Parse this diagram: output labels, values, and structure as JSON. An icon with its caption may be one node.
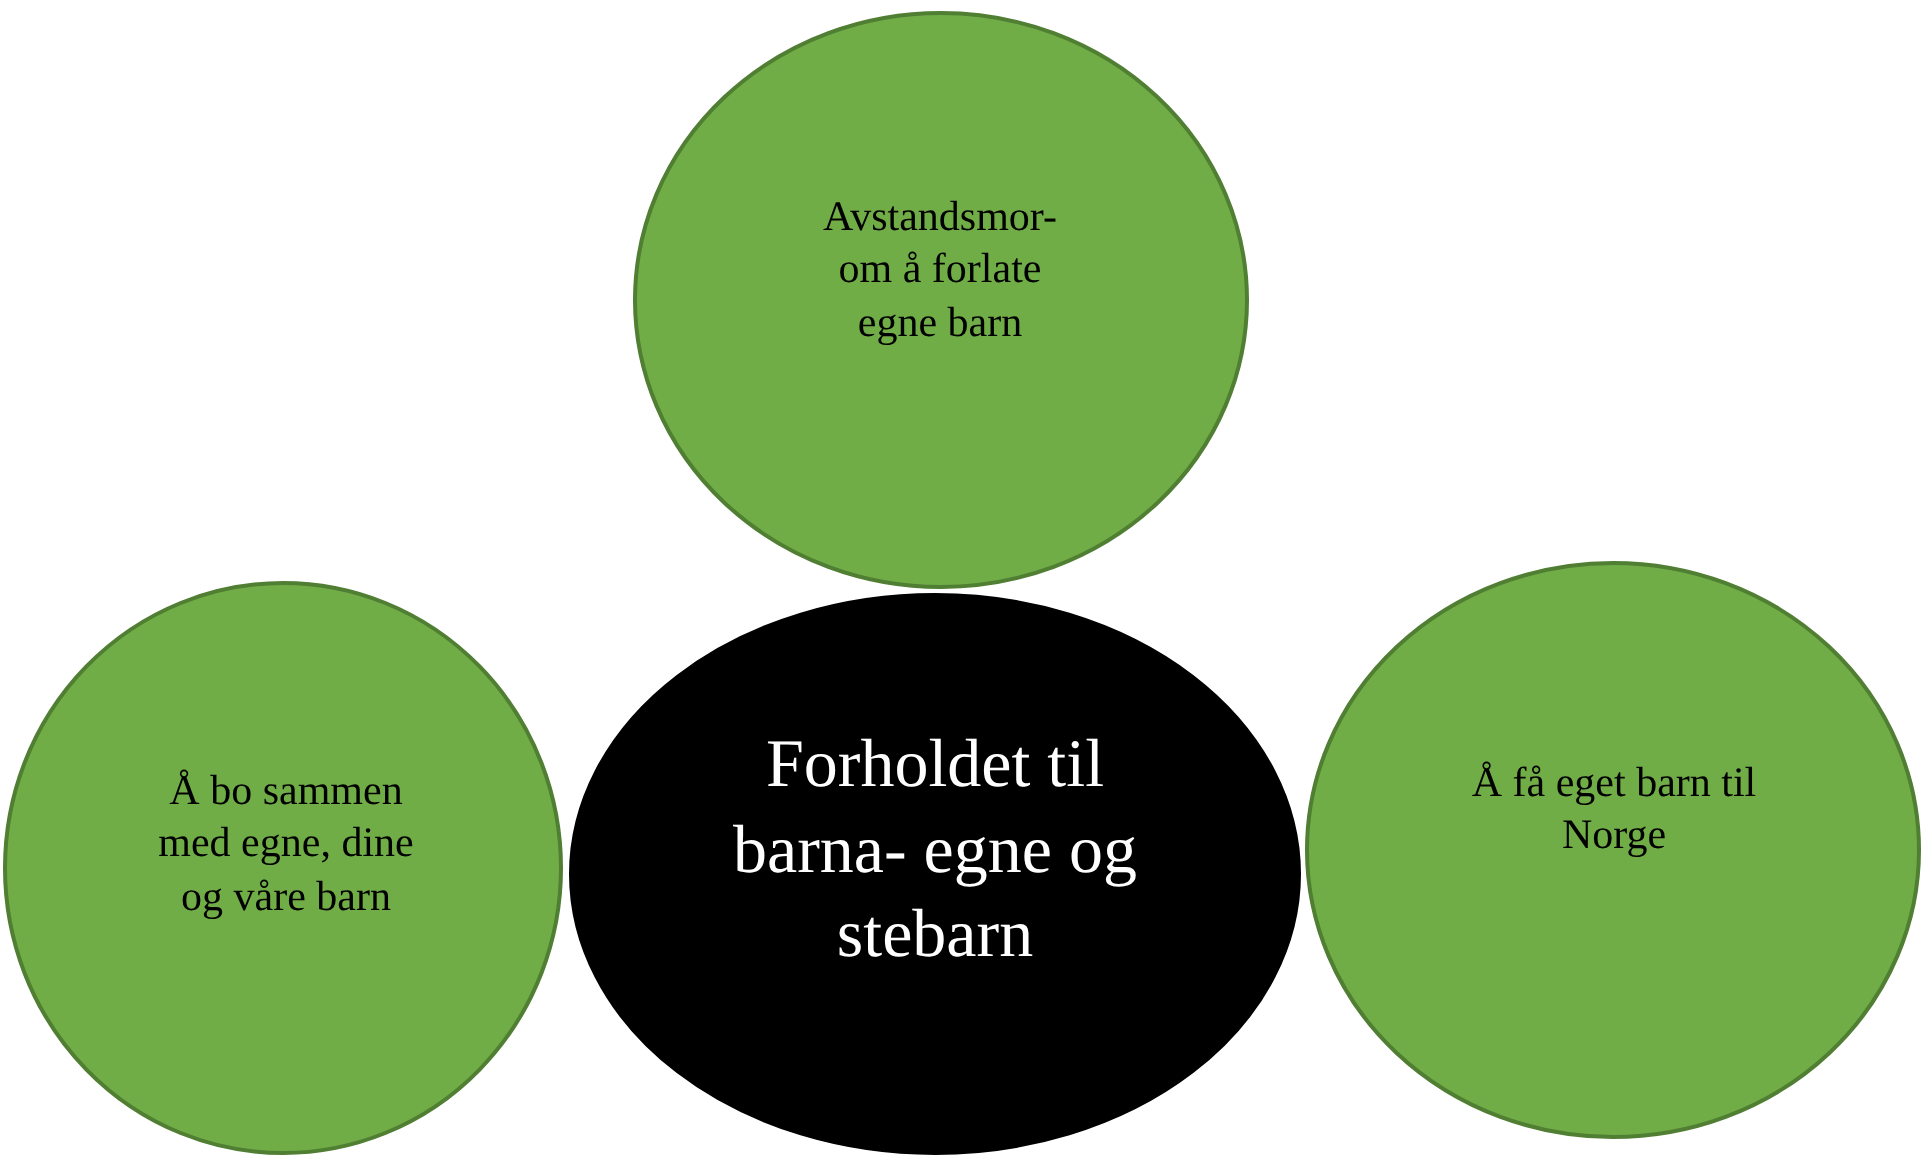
{
  "diagram": {
    "nodes": [
      {
        "text": [
          "Avstandsmor- om å forlate egne barn"
        ]
      },
      {
        "text": [
          "Å bo sammen med egne, dine og våre barn"
        ]
      },
      {
        "text": [
          "Forholdet til barna- egne og stebarn"
        ]
      },
      {
        "text": [
          "Å få eget barn til Norge"
        ]
      }
    ]
  }
}
